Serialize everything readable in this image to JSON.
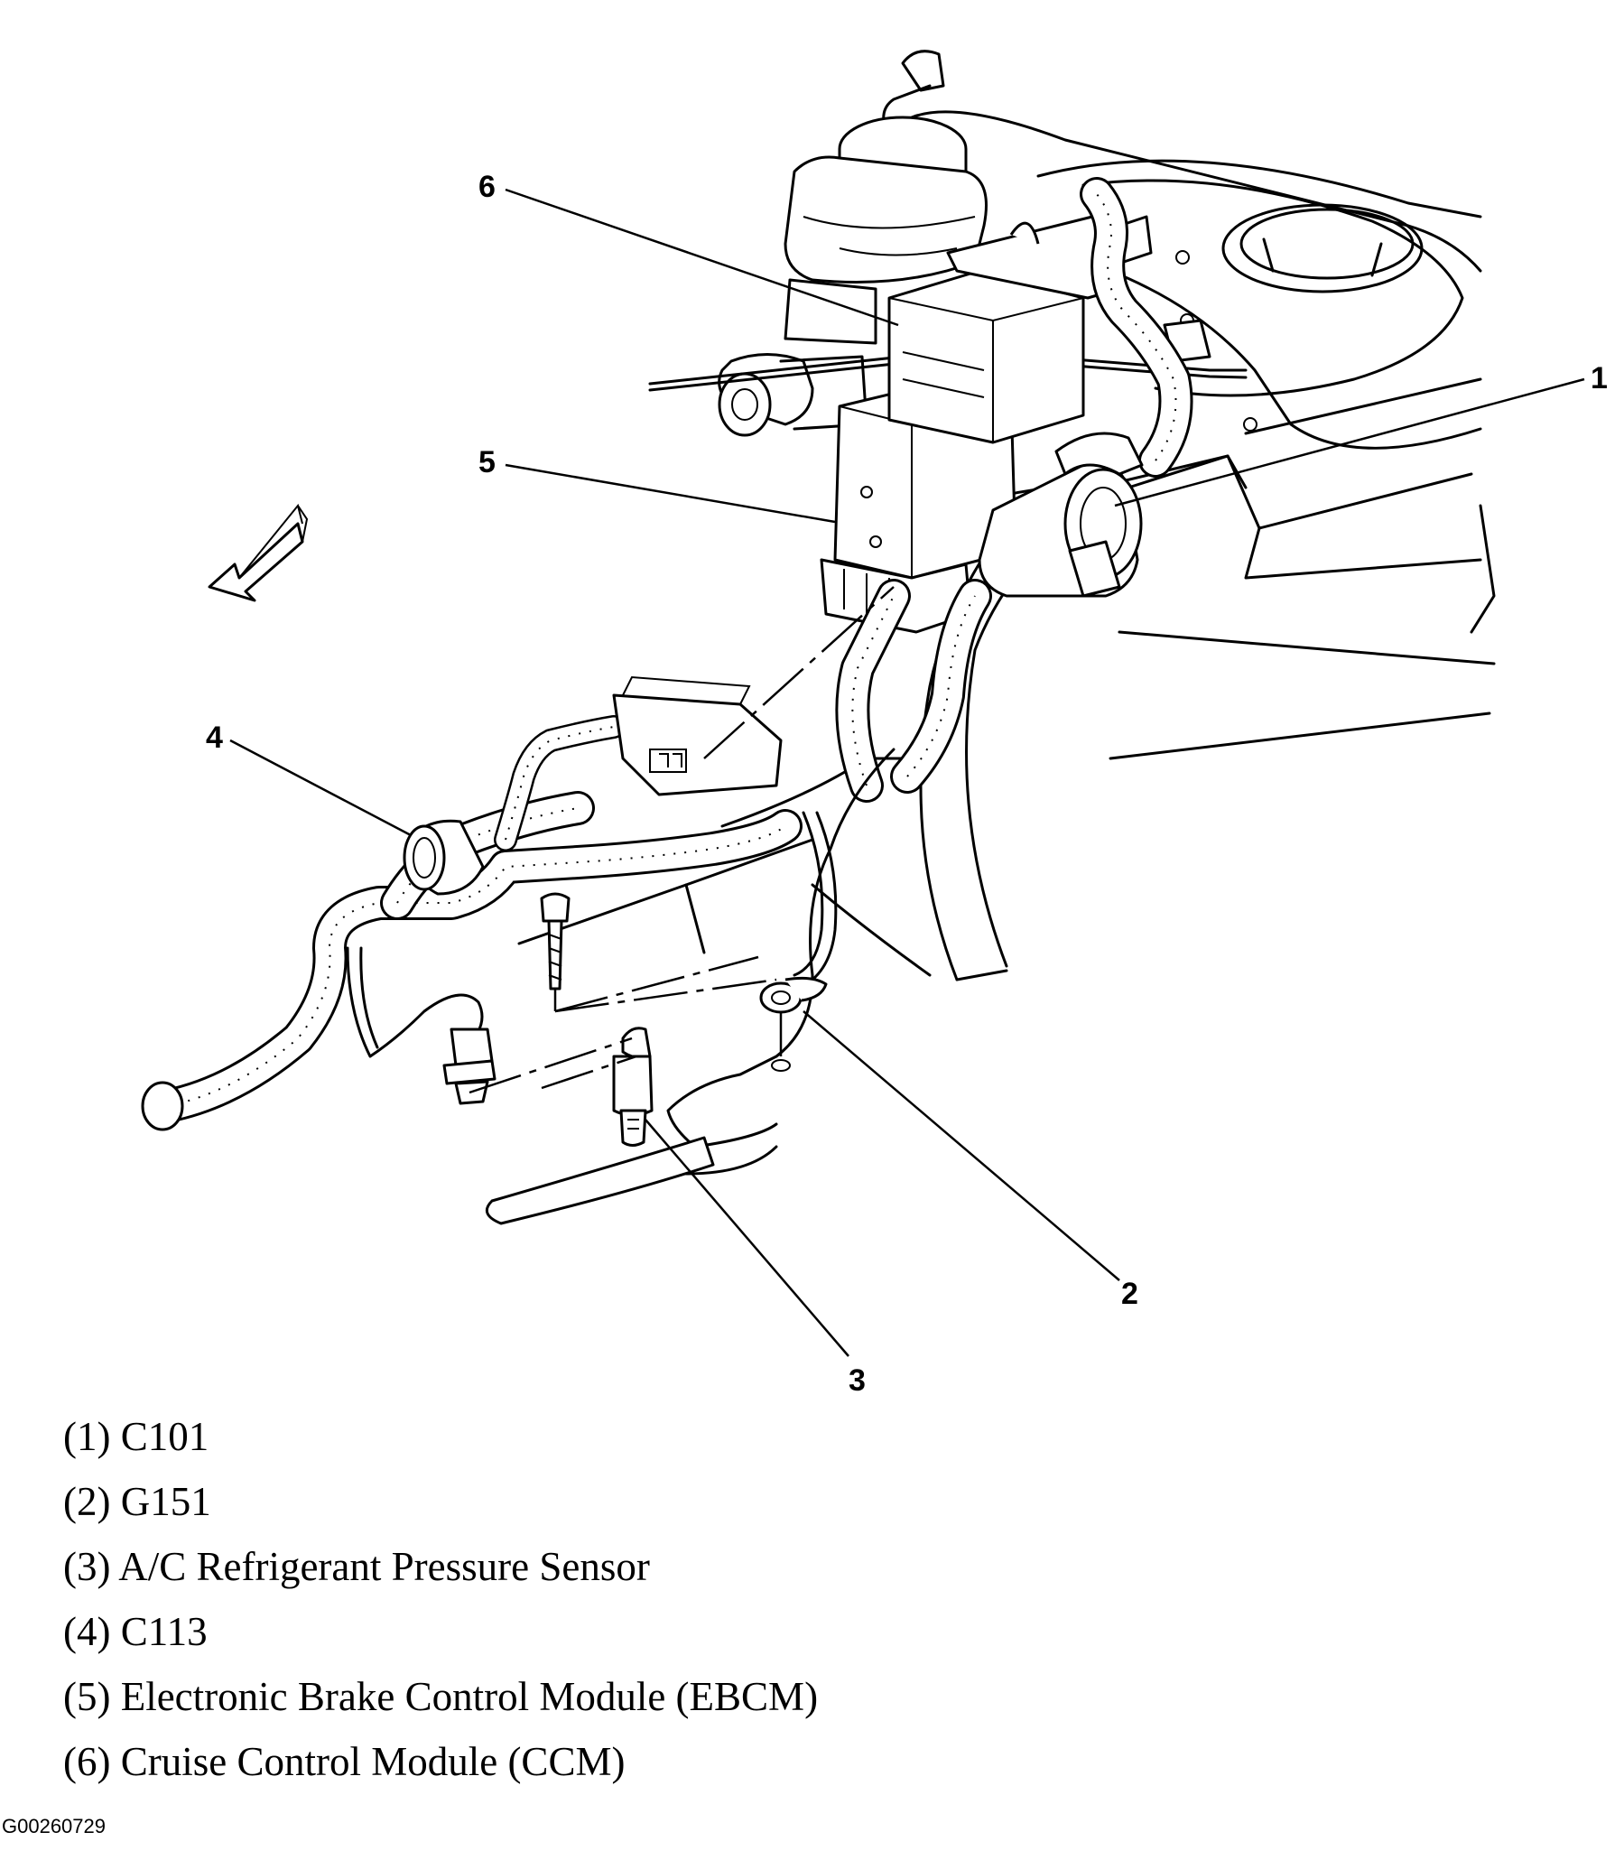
{
  "callouts": {
    "c1": "1",
    "c2": "2",
    "c3": "3",
    "c4": "4",
    "c5": "5",
    "c6": "6"
  },
  "legend": [
    "(1) C101",
    "(2) G151",
    "(3) A/C Refrigerant Pressure Sensor",
    "(4) C113",
    "(5) Electronic Brake Control Module (EBCM)",
    "(6) Cruise Control Module (CCM)"
  ],
  "figure_id": "G00260729",
  "icons": {
    "direction_arrow": "front-direction-arrow-icon"
  }
}
